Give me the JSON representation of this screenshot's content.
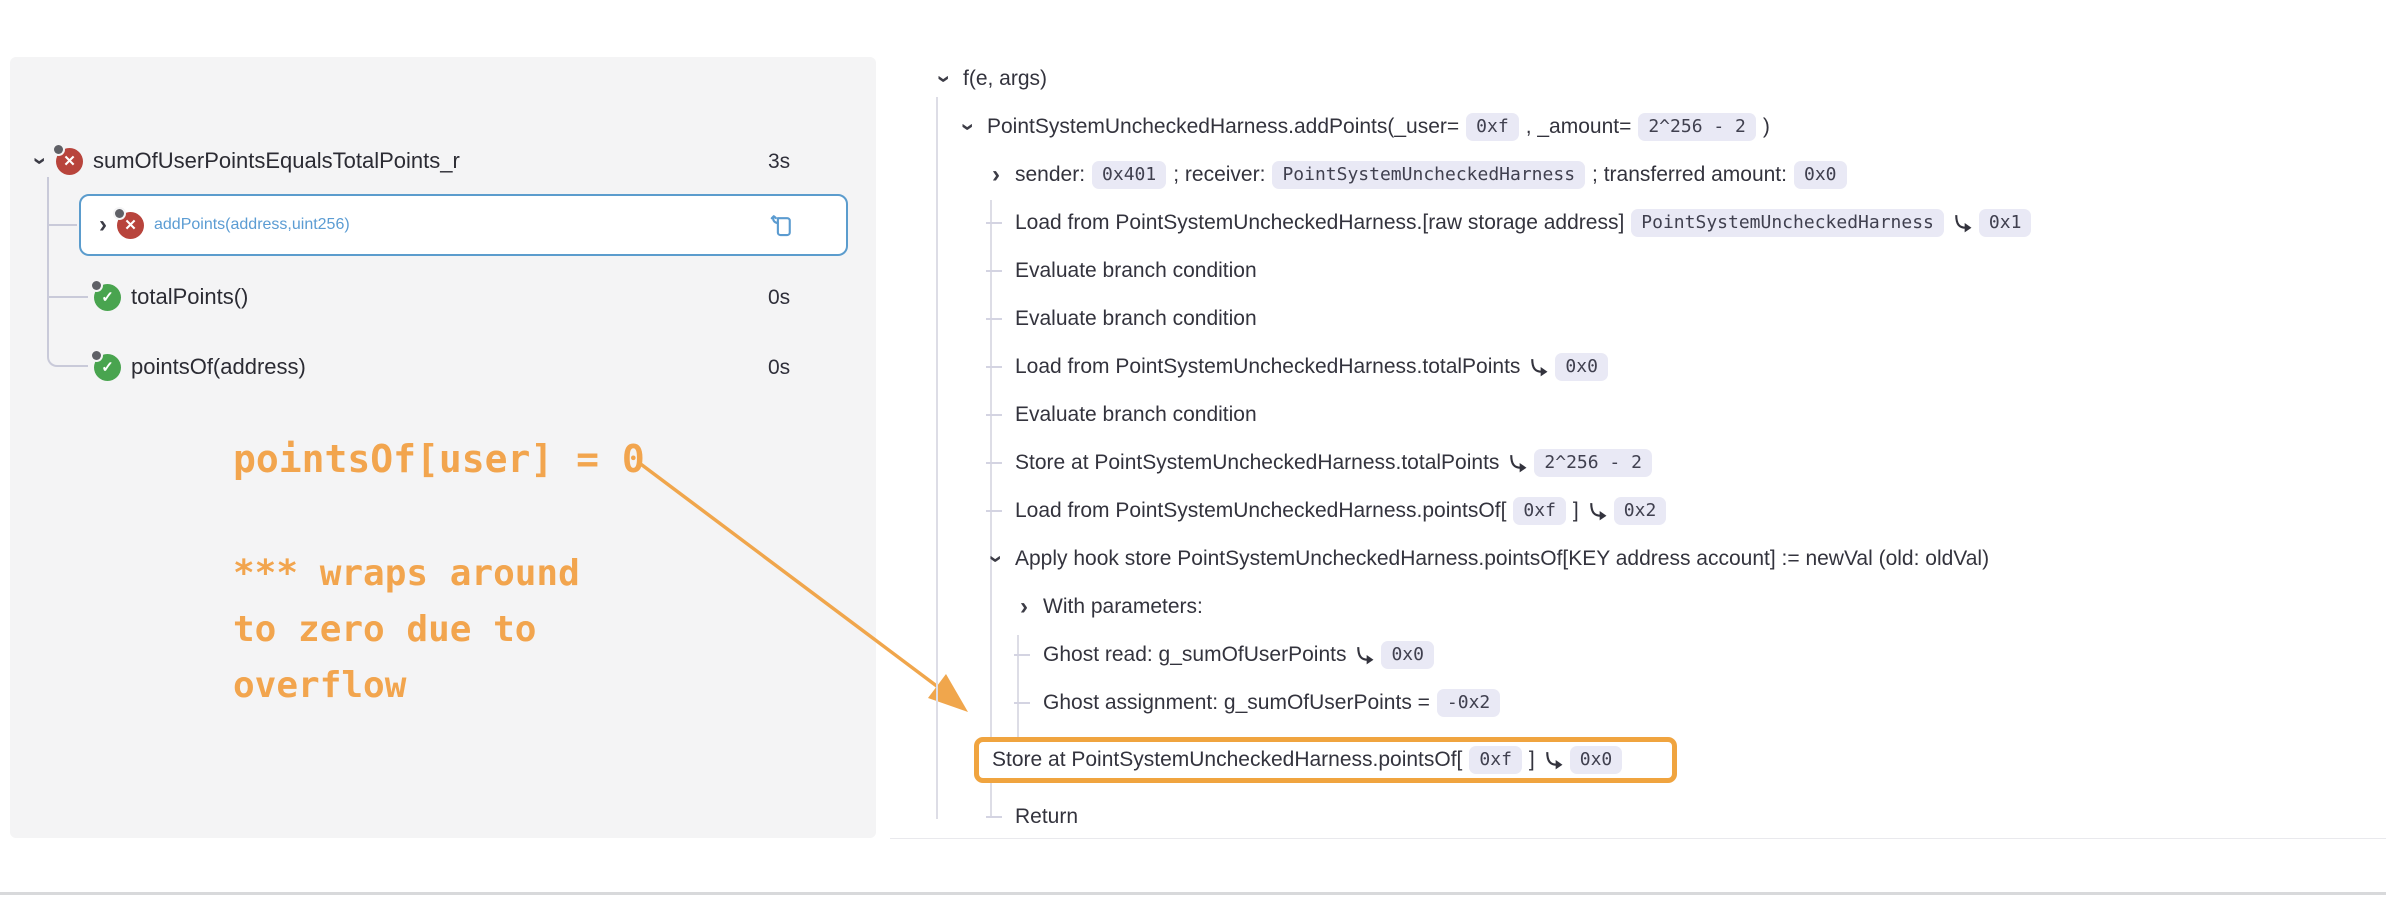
{
  "colors": {
    "accent_blue": "#5b9cd3",
    "error_red": "#b8443c",
    "pass_green": "#49a44f",
    "annotation_orange": "#f2a54e",
    "highlight_border": "#f0a43f",
    "badge_bg": "#e9e9f5",
    "panel_bg": "#f4f4f5"
  },
  "icons": {
    "chevron": "›",
    "error_glyph": "✕",
    "pass_glyph": "✓",
    "names": [
      "chevron-down-icon",
      "chevron-right-icon",
      "error-status-icon",
      "pass-status-icon",
      "copy-icon",
      "value-arrow-icon"
    ]
  },
  "sidebar": {
    "items": [
      {
        "label": "sumOfUserPointsEqualsTotalPoints_r",
        "time": "3s",
        "status": "error",
        "expanded": true
      },
      {
        "label": "addPoints(address,uint256)",
        "time": "",
        "status": "error",
        "selected": true
      },
      {
        "label": "totalPoints()",
        "time": "0s",
        "status": "pass"
      },
      {
        "label": "pointsOf(address)",
        "time": "0s",
        "status": "pass"
      }
    ]
  },
  "annotation": {
    "line1": "pointsOf[user] = 0",
    "block2": "*** wraps around\nto zero due to\noverflow"
  },
  "trace": {
    "rows": [
      {
        "level": 1,
        "marker": "chevron-down",
        "segments": [
          {
            "t": "text",
            "v": "f(e, args)"
          }
        ]
      },
      {
        "level": 2,
        "marker": "chevron-down",
        "segments": [
          {
            "t": "text",
            "v": "PointSystemUncheckedHarness.addPoints(_user="
          },
          {
            "t": "code",
            "v": "0xf"
          },
          {
            "t": "text",
            "v": ", _amount="
          },
          {
            "t": "code",
            "v": "2^256 - 2"
          },
          {
            "t": "text",
            "v": ")"
          }
        ]
      },
      {
        "level": 3,
        "marker": "chevron-right",
        "segments": [
          {
            "t": "text",
            "v": "sender:"
          },
          {
            "t": "code",
            "v": "0x401"
          },
          {
            "t": "text",
            "v": "; receiver:"
          },
          {
            "t": "code",
            "v": "PointSystemUncheckedHarness"
          },
          {
            "t": "text",
            "v": "; transferred amount:"
          },
          {
            "t": "code",
            "v": "0x0"
          }
        ]
      },
      {
        "level": 3,
        "marker": "dash",
        "segments": [
          {
            "t": "text",
            "v": "Load from PointSystemUncheckedHarness.[raw storage address]"
          },
          {
            "t": "code",
            "v": "PointSystemUncheckedHarness"
          },
          {
            "t": "arrow"
          },
          {
            "t": "code",
            "v": "0x1"
          }
        ]
      },
      {
        "level": 3,
        "marker": "dash",
        "segments": [
          {
            "t": "text",
            "v": "Evaluate branch condition"
          }
        ]
      },
      {
        "level": 3,
        "marker": "dash",
        "segments": [
          {
            "t": "text",
            "v": "Evaluate branch condition"
          }
        ]
      },
      {
        "level": 3,
        "marker": "dash",
        "segments": [
          {
            "t": "text",
            "v": "Load from PointSystemUncheckedHarness.totalPoints"
          },
          {
            "t": "arrow"
          },
          {
            "t": "code",
            "v": "0x0"
          }
        ]
      },
      {
        "level": 3,
        "marker": "dash",
        "segments": [
          {
            "t": "text",
            "v": "Evaluate branch condition"
          }
        ]
      },
      {
        "level": 3,
        "marker": "dash",
        "segments": [
          {
            "t": "text",
            "v": "Store at PointSystemUncheckedHarness.totalPoints"
          },
          {
            "t": "arrow"
          },
          {
            "t": "code",
            "v": "2^256 - 2"
          }
        ]
      },
      {
        "level": 3,
        "marker": "dash",
        "segments": [
          {
            "t": "text",
            "v": "Load from PointSystemUncheckedHarness.pointsOf["
          },
          {
            "t": "code",
            "v": "0xf"
          },
          {
            "t": "text",
            "v": "]"
          },
          {
            "t": "arrow"
          },
          {
            "t": "code",
            "v": "0x2"
          }
        ]
      },
      {
        "level": 3,
        "marker": "chevron-down",
        "segments": [
          {
            "t": "text",
            "v": "Apply hook store PointSystemUncheckedHarness.pointsOf[KEY address account] := newVal (old: oldVal)"
          }
        ]
      },
      {
        "level": 4,
        "marker": "chevron-right",
        "segments": [
          {
            "t": "text",
            "v": "With parameters:"
          }
        ]
      },
      {
        "level": 4,
        "marker": "dash",
        "segments": [
          {
            "t": "text",
            "v": "Ghost read: g_sumOfUserPoints"
          },
          {
            "t": "arrow"
          },
          {
            "t": "code",
            "v": "0x0"
          }
        ]
      },
      {
        "level": 4,
        "marker": "dash",
        "segments": [
          {
            "t": "text",
            "v": "Ghost assignment: g_sumOfUserPoints ="
          },
          {
            "t": "code",
            "v": "-0x2"
          }
        ]
      },
      {
        "level": 3,
        "marker": "dash",
        "highlighted": true,
        "segments": [
          {
            "t": "text",
            "v": "Store at PointSystemUncheckedHarness.pointsOf["
          },
          {
            "t": "code",
            "v": "0xf"
          },
          {
            "t": "text",
            "v": "]"
          },
          {
            "t": "arrow"
          },
          {
            "t": "code",
            "v": "0x0"
          }
        ]
      },
      {
        "level": 3,
        "marker": "dash",
        "segments": [
          {
            "t": "text",
            "v": "Return"
          }
        ]
      }
    ]
  }
}
